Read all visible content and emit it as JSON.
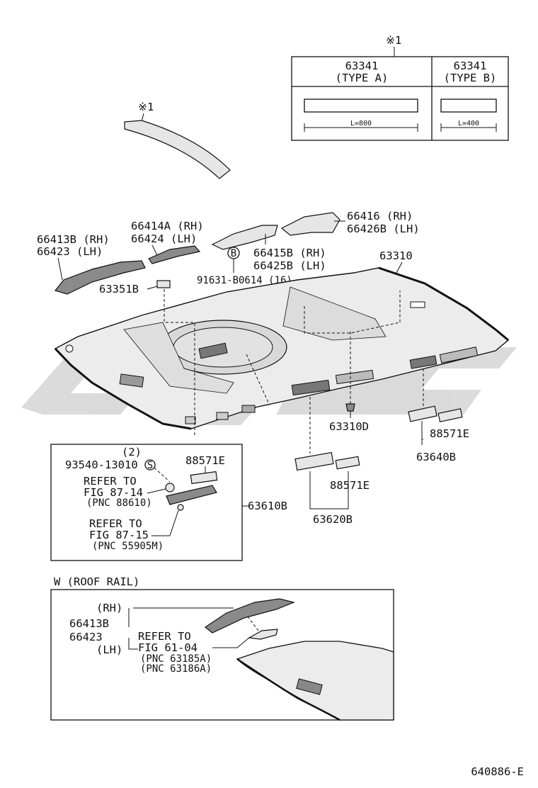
{
  "watermark": "cygnc",
  "type_table": {
    "note": "※1",
    "type_a_number": "63341",
    "type_a_label": "(TYPE A)",
    "type_a_length": "L=800",
    "type_b_number": "63341",
    "type_b_label": "(TYPE B)",
    "type_b_length": "L=400"
  },
  "strip_note": "※1",
  "labels": {
    "p66413b_rh": "66413B (RH)",
    "p66423_lh": "66423  (LH)",
    "p66414a_rh": "66414A (RH)",
    "p66424_lh": "66424  (LH)",
    "p66416_rh": "66416  (RH)",
    "p66426b_lh": "66426B (LH)",
    "p66415b_rh": "66415B (RH)",
    "p66425b_lh": "66425B (LH)",
    "clip_letter": "B",
    "p91631": "91631-B0614 (16)",
    "p63351b": "63351B",
    "p63310": "63310",
    "p63310d": "63310D",
    "p88571e_right": "88571E",
    "p63640b": "63640B",
    "p88571e_mid": "88571E",
    "p63620b": "63620B",
    "p63610b": "63610B"
  },
  "inset_box": {
    "qty": "(2)",
    "screw": "93540-13010",
    "screw_letter": "S",
    "lamp": "88571E",
    "refer1_a": "REFER TO",
    "refer1_b": "FIG 87-14",
    "refer1_c": "(PNC 88610)",
    "refer2_a": "REFER TO",
    "refer2_b": "FIG 87-15",
    "refer2_c": "(PNC 55905M)"
  },
  "roof_rail": {
    "title": "W (ROOF RAIL)",
    "rh": "(RH)",
    "part1": "66413B",
    "part2": "66423",
    "lh": "(LH)",
    "refer_a": "REFER TO",
    "refer_b": "FIG 61-04",
    "pnc1": "(PNC 63185A)",
    "pnc2": "(PNC 63186A)"
  },
  "figure_code": "640886-E"
}
